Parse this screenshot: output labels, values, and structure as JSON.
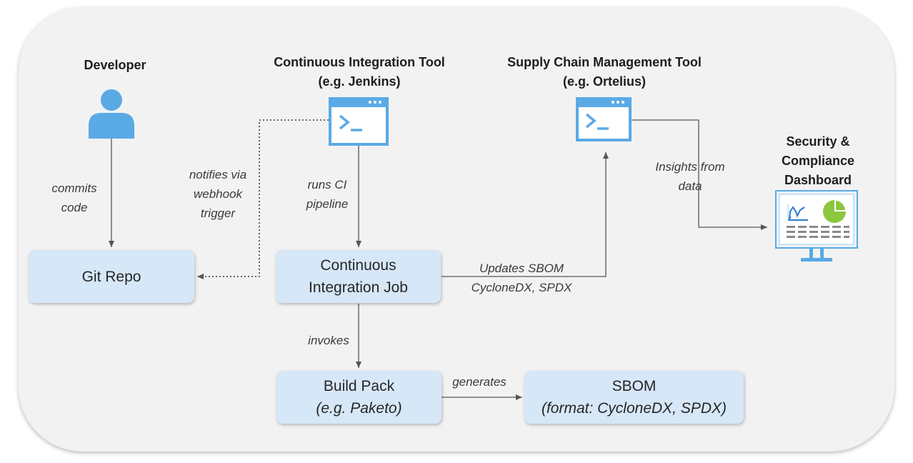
{
  "headings": {
    "developer": "Developer",
    "ci_tool": [
      "Continuous Integration Tool",
      "(e.g. Jenkins)"
    ],
    "scm_tool": [
      "Supply Chain Management Tool",
      "(e.g. Ortelius)"
    ],
    "dashboard": [
      "Security &",
      "Compliance",
      "Dashboard"
    ]
  },
  "boxes": {
    "git_repo": [
      "Git Repo"
    ],
    "ci_job": [
      "Continuous",
      "Integration Job"
    ],
    "build_pack": [
      "Build Pack",
      "(e.g. Paketo)"
    ],
    "sbom": [
      "SBOM",
      "(format: CycloneDX, SPDX)"
    ]
  },
  "edge_labels": {
    "commits": [
      "commits",
      "code"
    ],
    "notifies": [
      "notifies via",
      "webhook",
      "trigger"
    ],
    "runs": [
      "runs CI",
      "pipeline"
    ],
    "updates": [
      "Updates SBOM",
      "CycloneDX, SPDX"
    ],
    "insights": [
      "Insights from",
      "data"
    ],
    "invokes": [
      "invokes"
    ],
    "generates": [
      "generates"
    ]
  },
  "icons": {
    "developer": "person-icon",
    "ci_tool": "terminal-window-icon",
    "scm_tool": "terminal-window-icon",
    "dashboard": "monitor-dashboard-icon"
  },
  "colors": {
    "icon_blue": "#5aaae6",
    "box_fill": "#d6e7f8",
    "chart_green": "#8cc63f",
    "panel": "#f2f2f2"
  }
}
